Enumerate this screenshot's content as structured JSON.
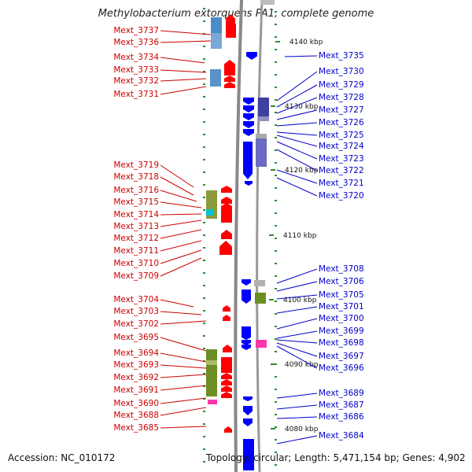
{
  "title": "Methylobacterium extorquens PA1, complete genome",
  "accession": "Accession: NC_010172",
  "topology": "Topology: circular; Length: 5,471,154 bp; Genes: 4,902",
  "scale_ticks": [
    {
      "label": "4140 kbp"
    },
    {
      "label": "4130 kbp"
    },
    {
      "label": "4120 kbp"
    },
    {
      "label": "4110 kbp"
    },
    {
      "label": "4100 kbp"
    },
    {
      "label": "4090 kbp"
    },
    {
      "label": "4080 kbp"
    }
  ],
  "left_genes": [
    "Mext_3737",
    "Mext_3736",
    "Mext_3734",
    "Mext_3733",
    "Mext_3732",
    "Mext_3731",
    "Mext_3719",
    "Mext_3718",
    "Mext_3716",
    "Mext_3715",
    "Mext_3714",
    "Mext_3713",
    "Mext_3712",
    "Mext_3711",
    "Mext_3710",
    "Mext_3709",
    "Mext_3704",
    "Mext_3703",
    "Mext_3702",
    "Mext_3695",
    "Mext_3694",
    "Mext_3693",
    "Mext_3692",
    "Mext_3691",
    "Mext_3690",
    "Mext_3688",
    "Mext_3685"
  ],
  "right_genes": [
    "Mext_3735",
    "Mext_3730",
    "Mext_3729",
    "Mext_3728",
    "Mext_3727",
    "Mext_3726",
    "Mext_3725",
    "Mext_3724",
    "Mext_3723",
    "Mext_3722",
    "Mext_3721",
    "Mext_3720",
    "Mext_3708",
    "Mext_3706",
    "Mext_3705",
    "Mext_3701",
    "Mext_3700",
    "Mext_3699",
    "Mext_3698",
    "Mext_3697",
    "Mext_3696",
    "Mext_3689",
    "Mext_3687",
    "Mext_3686",
    "Mext_3684"
  ],
  "colors": {
    "forward_strand": "#ff0000",
    "reverse_strand": "#0000ff",
    "left_label": "#cc0000",
    "right_label": "#0000cc",
    "backbone": "#808080",
    "scale": "#2e8b2e"
  }
}
